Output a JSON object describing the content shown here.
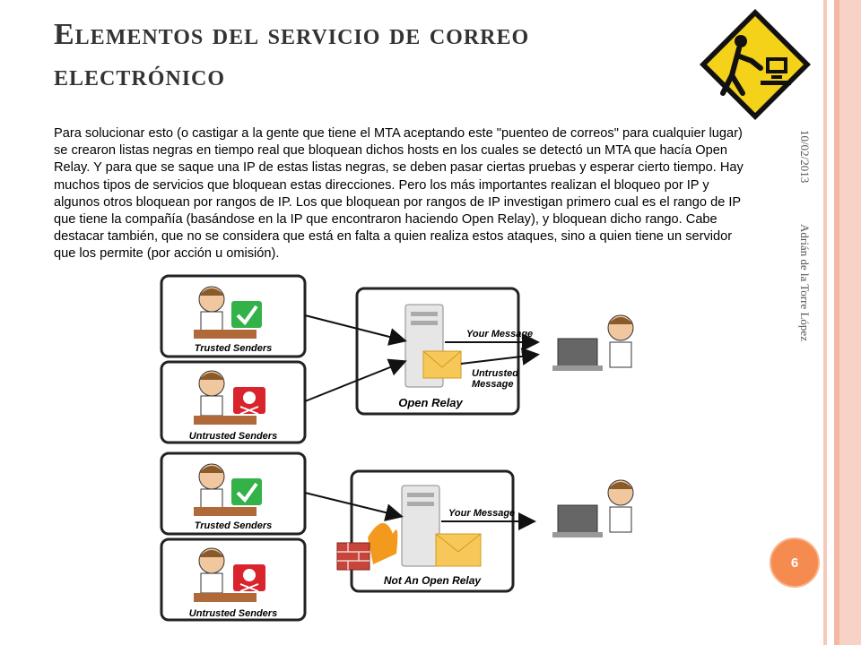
{
  "slide": {
    "title": "Elementos del servicio de correo electrónico",
    "body": "Para solucionar esto (o castigar a la gente que tiene el MTA aceptando este \"puenteo de correos\" para cualquier lugar) se crearon listas negras en tiempo real que bloquean dichos hosts en los cuales se detectó un MTA que hacía Open Relay. Y para que se saque una IP de estas listas negras, se deben pasar ciertas pruebas y esperar cierto tiempo. Hay muchos tipos de servicios que bloquean estas direcciones. Pero los más importantes realizan el bloqueo por IP y algunos otros bloquean por rangos de IP. Los que bloquean por rangos de IP investigan primero cual es el rango de IP que tiene la compañía (basándose en la IP que encontraron haciendo Open Relay), y bloquean dicho rango. Cabe destacar también, que no se considera que está en falta a quien realiza estos ataques, sino a quien tiene un servidor que los permite (por acción u omisión).",
    "date": "10/02/2013",
    "author": "Adrián de la Torre López",
    "page_number": "6"
  },
  "diagram": {
    "top": {
      "trusted_label": "Trusted Senders",
      "untrusted_label": "Untrusted Senders",
      "server_label": "Open Relay",
      "message_label": "Your Message",
      "untrusted_message_line1": "Untrusted",
      "untrusted_message_line2": "Message"
    },
    "bottom": {
      "trusted_label": "Trusted Senders",
      "untrusted_label": "Untrusted Senders",
      "server_label": "Not An Open Relay",
      "message_label": "Your Message"
    }
  },
  "colors": {
    "accent": "#f58b4f",
    "sign": "#f5d21a"
  }
}
